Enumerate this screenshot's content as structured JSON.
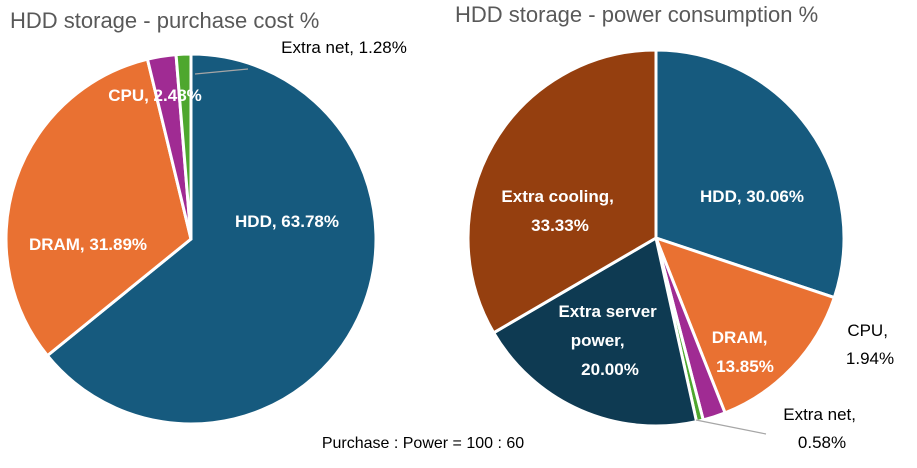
{
  "chart_data": [
    {
      "type": "pie",
      "title": "HDD storage - purchase cost %",
      "slices": [
        {
          "name": "HDD",
          "value": 63.78,
          "label": "HDD, 63.78%",
          "color": "#165a7e"
        },
        {
          "name": "DRAM",
          "value": 31.89,
          "label": "DRAM, 31.89%",
          "color": "#e97132"
        },
        {
          "name": "CPU",
          "value": 2.48,
          "label": "CPU, 2.48%",
          "color": "#a02b93"
        },
        {
          "name": "Extra net",
          "value": 1.28,
          "label": "Extra net, 1.28%",
          "color": "#4ea72e"
        }
      ]
    },
    {
      "type": "pie",
      "title": "HDD storage - power consumption %",
      "slices": [
        {
          "name": "HDD",
          "value": 30.06,
          "label": "HDD, 30.06%",
          "color": "#165a7e"
        },
        {
          "name": "DRAM",
          "value": 13.85,
          "label": "DRAM, 13.85%",
          "color": "#e97132"
        },
        {
          "name": "CPU",
          "value": 1.94,
          "label": "CPU, 1.94%",
          "color": "#a02b93"
        },
        {
          "name": "Extra net",
          "value": 0.58,
          "label": "Extra net, 0.58%",
          "color": "#4ea72e"
        },
        {
          "name": "Extra server power",
          "value": 20.0,
          "label": "Extra server power, 20.00%",
          "color": "#0e3a52"
        },
        {
          "name": "Extra cooling",
          "value": 33.33,
          "label": "Extra cooling, 33.33%",
          "color": "#953f0f"
        }
      ]
    }
  ],
  "caption": "Purchase : Power = 100 : 60"
}
